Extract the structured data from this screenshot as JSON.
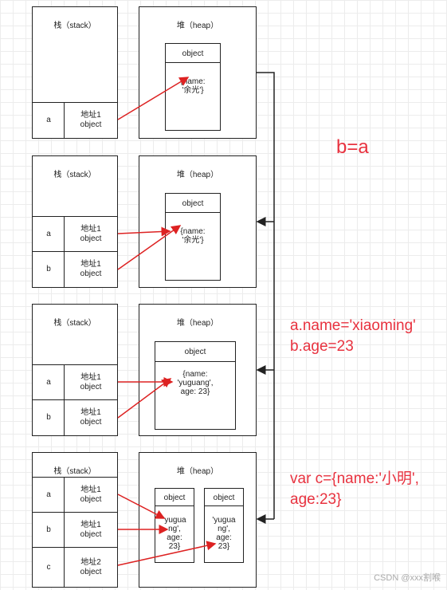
{
  "labels": {
    "stack": "栈（stack）",
    "heap": "堆（heap）",
    "object": "object"
  },
  "frames": [
    {
      "stack_rows": [
        {
          "var": "a",
          "addr": "地址1\nobject"
        }
      ],
      "objects": [
        {
          "content": "{name:\n'余光'}"
        }
      ]
    },
    {
      "stack_rows": [
        {
          "var": "a",
          "addr": "地址1\nobject"
        },
        {
          "var": "b",
          "addr": "地址1\nobject"
        }
      ],
      "objects": [
        {
          "content": "{name:\n'余光'}"
        }
      ]
    },
    {
      "stack_rows": [
        {
          "var": "a",
          "addr": "地址1\nobject"
        },
        {
          "var": "b",
          "addr": "地址1\nobject"
        }
      ],
      "objects": [
        {
          "content": "{name:\n'yuguang',\nage: 23}"
        }
      ]
    },
    {
      "stack_rows": [
        {
          "var": "a",
          "addr": "地址1\nobject"
        },
        {
          "var": "b",
          "addr": "地址1\nobject"
        },
        {
          "var": "c",
          "addr": "地址2\nobject"
        }
      ],
      "objects": [
        {
          "content": "'yugua\nng',\nage:\n23}"
        },
        {
          "content": "'yugua\nng',\nage:\n23}"
        }
      ]
    }
  ],
  "annotations": {
    "step1": "b=a",
    "step2": "a.name='xiaoming'\nb.age=23",
    "step3": "var c={name:'小明',\n   age:23}"
  },
  "watermark": "CSDN @xxx割喉",
  "colors": {
    "arrow": "#dd2222",
    "annotation": "#e8323f",
    "border": "#222222"
  }
}
